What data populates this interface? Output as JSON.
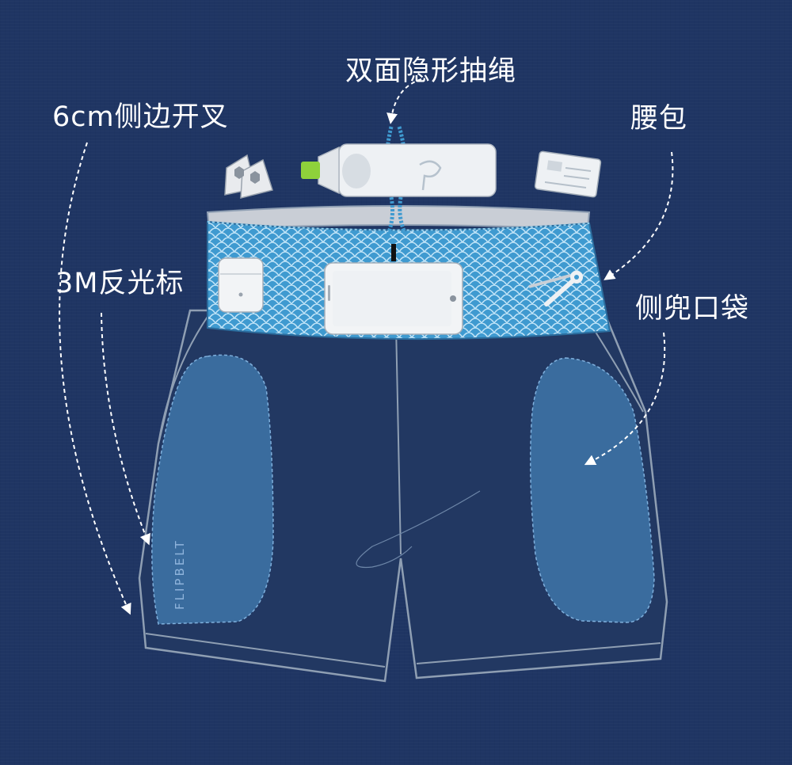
{
  "labels": {
    "drawstring": "双面隐形抽绳",
    "side_slit": "6cm侧边开叉",
    "waist_belt": "腰包",
    "reflective_logo": "3M反光标",
    "side_pocket": "侧兜口袋"
  },
  "brand": "FLIPBELT",
  "colors": {
    "background": "#1f3563",
    "waistband": "#3f9ad0",
    "pocket": "#3a6c9e",
    "outline": "#8f9fb3",
    "text": "#ffffff"
  }
}
